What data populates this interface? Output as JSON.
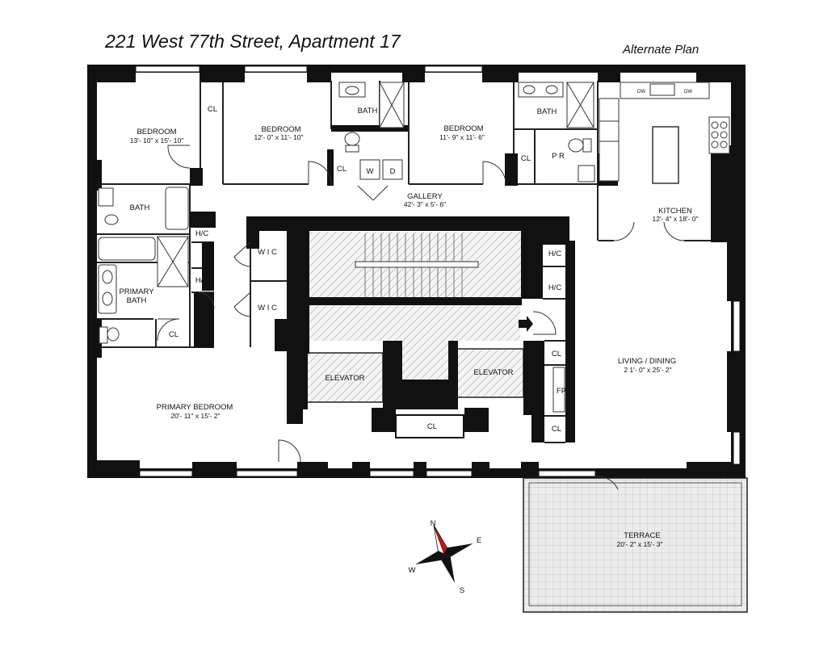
{
  "header": {
    "title": "221 West 77th Street, Apartment 17",
    "subtitle": "Alternate Plan"
  },
  "rooms": {
    "bedroom1": {
      "name": "BEDROOM",
      "dims": "13'- 10\" x 15'- 10\""
    },
    "bedroom2": {
      "name": "BEDROOM",
      "dims": "12'- 0\" x 11'- 10\""
    },
    "bedroom3": {
      "name": "BEDROOM",
      "dims": "11'- 9\" x 11'- 6\""
    },
    "kitchen": {
      "name": "KITCHEN",
      "dims": "12'- 4\" x 18'- 0\""
    },
    "gallery": {
      "name": "GALLERY",
      "dims": "42'- 3\" x 5'- 6\""
    },
    "living": {
      "name": "LIVING / DINING",
      "dims": "2 1'- 0\" x 25'- 2\""
    },
    "primary_bedroom": {
      "name": "PRIMARY BEDROOM",
      "dims": "20'- 11\" x 15'- 2\""
    },
    "terrace": {
      "name": "TERRACE",
      "dims": "20'- 2\" x 15'- 3\""
    }
  },
  "labels": {
    "bath": "BATH",
    "primary_bath_1": "PRIMARY",
    "primary_bath_2": "BATH",
    "closet": "CL",
    "hc": "H/C",
    "wic": "W I C",
    "pr": "P R",
    "fp": "FP",
    "elevator": "ELEVATOR",
    "washer": "W",
    "dryer": "D",
    "dw": "DW"
  },
  "compass": {
    "n": "N",
    "s": "S",
    "e": "E",
    "w": "W"
  }
}
